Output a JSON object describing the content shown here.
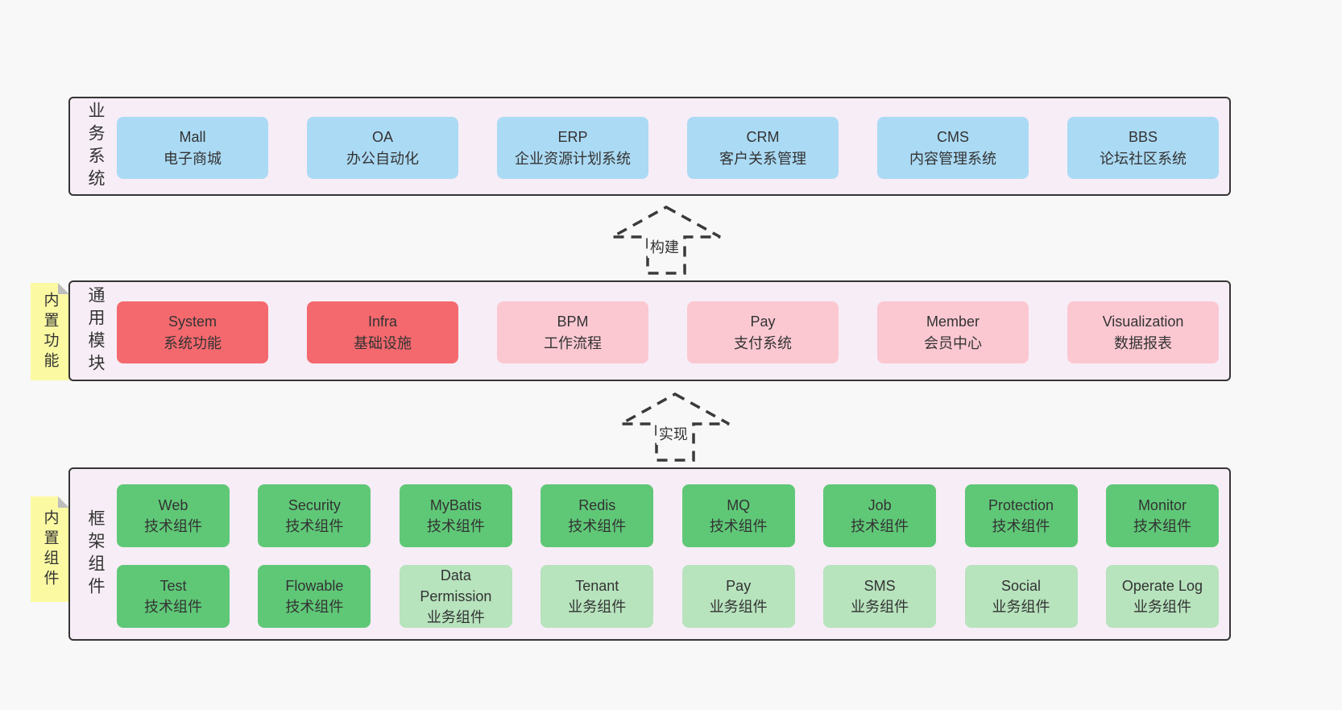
{
  "diagram": {
    "sections": [
      {
        "label": "业务系统",
        "boxes": [
          {
            "title": "Mall",
            "subtitle": "电子商城"
          },
          {
            "title": "OA",
            "subtitle": "办公自动化"
          },
          {
            "title": "ERP",
            "subtitle": "企业资源计划系统"
          },
          {
            "title": "CRM",
            "subtitle": "客户关系管理"
          },
          {
            "title": "CMS",
            "subtitle": "内容管理系统"
          },
          {
            "title": "BBS",
            "subtitle": "论坛社区系统"
          }
        ]
      },
      {
        "label": "通用模块",
        "tag": "内置功能",
        "boxes": [
          {
            "title": "System",
            "subtitle": "系统功能"
          },
          {
            "title": "Infra",
            "subtitle": "基础设施"
          },
          {
            "title": "BPM",
            "subtitle": "工作流程"
          },
          {
            "title": "Pay",
            "subtitle": "支付系统"
          },
          {
            "title": "Member",
            "subtitle": "会员中心"
          },
          {
            "title": "Visualization",
            "subtitle": "数据报表"
          }
        ]
      },
      {
        "label": "框架组件",
        "tag": "内置组件",
        "boxes": [
          {
            "title": "Web",
            "subtitle": "技术组件"
          },
          {
            "title": "Security",
            "subtitle": "技术组件"
          },
          {
            "title": "MyBatis",
            "subtitle": "技术组件"
          },
          {
            "title": "Redis",
            "subtitle": "技术组件"
          },
          {
            "title": "MQ",
            "subtitle": "技术组件"
          },
          {
            "title": "Job",
            "subtitle": "技术组件"
          },
          {
            "title": "Protection",
            "subtitle": "技术组件"
          },
          {
            "title": "Monitor",
            "subtitle": "技术组件"
          },
          {
            "title": "Test",
            "subtitle": "技术组件"
          },
          {
            "title": "Flowable",
            "subtitle": "技术组件"
          },
          {
            "title": "Data Permission",
            "subtitle": "业务组件"
          },
          {
            "title": "Tenant",
            "subtitle": "业务组件"
          },
          {
            "title": "Pay",
            "subtitle": "业务组件"
          },
          {
            "title": "SMS",
            "subtitle": "业务组件"
          },
          {
            "title": "Social",
            "subtitle": "业务组件"
          },
          {
            "title": "Operate Log",
            "subtitle": "业务组件"
          }
        ]
      }
    ],
    "arrows": [
      {
        "label": "构建"
      },
      {
        "label": "实现"
      }
    ],
    "colors": {
      "page_bg": "#f8f8f8",
      "panel_bg": "#f7edf6",
      "panel_border": "#353535",
      "blue": "#abdaf4",
      "red": "#f4696e",
      "pink": "#fbc8d2",
      "green_dark": "#5fc877",
      "green_light": "#b7e3bd",
      "sticky_yellow": "#fbfaa3",
      "fold_gray": "#bdbdbd",
      "text": "#333333"
    }
  }
}
